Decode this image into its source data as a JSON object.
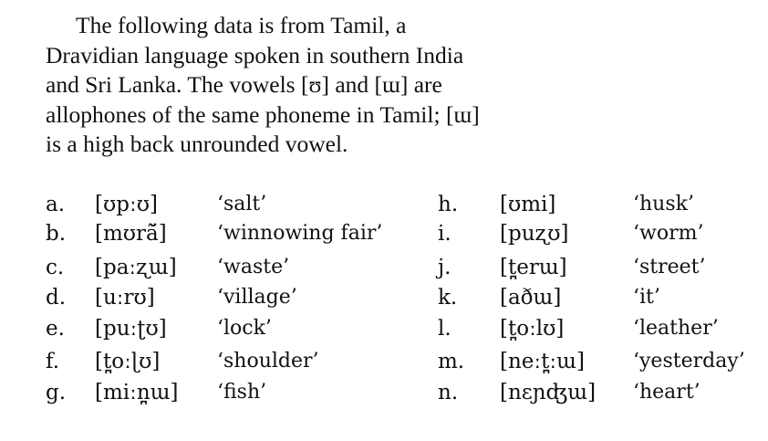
{
  "intro": {
    "lines": [
      "The following data is from Tamil, a",
      "Dravidian language spoken in southern India",
      "and Sri Lanka. The vowels [ʊ] and [ɯ] are",
      "allophones of the same phoneme in Tamil; [ɯ]",
      "is a high back unrounded vowel."
    ]
  },
  "left_items": [
    {
      "label": "a.",
      "form": "[ʊpːʊ]",
      "gloss": "‘salt’"
    },
    {
      "label": "b.",
      "form": "[mʊrã̆]",
      "gloss": "‘winnowing fair’"
    },
    {
      "label": "c.",
      "form": "[paːʐɯ]",
      "gloss": "‘waste’"
    },
    {
      "label": "d.",
      "form": "[uːrʊ]",
      "gloss": "‘village’"
    },
    {
      "label": "e.",
      "form": "[puːʈʊ]",
      "gloss": "‘lock’"
    },
    {
      "label": "f.",
      "form": "[t̪oːɭʊ]",
      "gloss": "‘shoulder’"
    },
    {
      "label": "g.",
      "form": "[miːn̪ɯ]",
      "gloss": "‘fish’"
    }
  ],
  "right_items": [
    {
      "label": "h.",
      "form": "[ʊmi]",
      "gloss": "‘husk’"
    },
    {
      "label": "i.",
      "form": "[puʐʊ]",
      "gloss": "‘worm’"
    },
    {
      "label": "j.",
      "form": "[t̪erɯ]",
      "gloss": "‘street’"
    },
    {
      "label": "k.",
      "form": "[aðɯ]",
      "gloss": "‘it’"
    },
    {
      "label": "l.",
      "form": "[t̪oːlʊ]",
      "gloss": "‘leather’"
    },
    {
      "label": "m.",
      "form": "[neːt̪ːɯ]",
      "gloss": "‘yesterday’"
    },
    {
      "label": "n.",
      "form": "[nɛɲʤɯ]",
      "gloss": "‘heart’"
    }
  ]
}
